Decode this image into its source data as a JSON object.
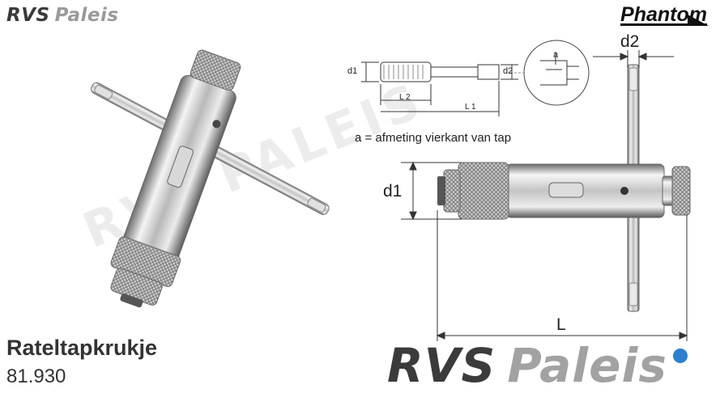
{
  "brand": {
    "word1": "RVS",
    "word2": "Paleis",
    "accent_color": "#2d7fd0"
  },
  "partner_brand": {
    "name": "Phantom"
  },
  "product": {
    "name": "Rateltapkrukje",
    "code": "81.930"
  },
  "diagram": {
    "d1": "d1",
    "d2": "d2",
    "L1": "L 1",
    "L2": "L 2",
    "a": "a",
    "L": "L",
    "note": "a = afmeting vierkant van tap"
  }
}
